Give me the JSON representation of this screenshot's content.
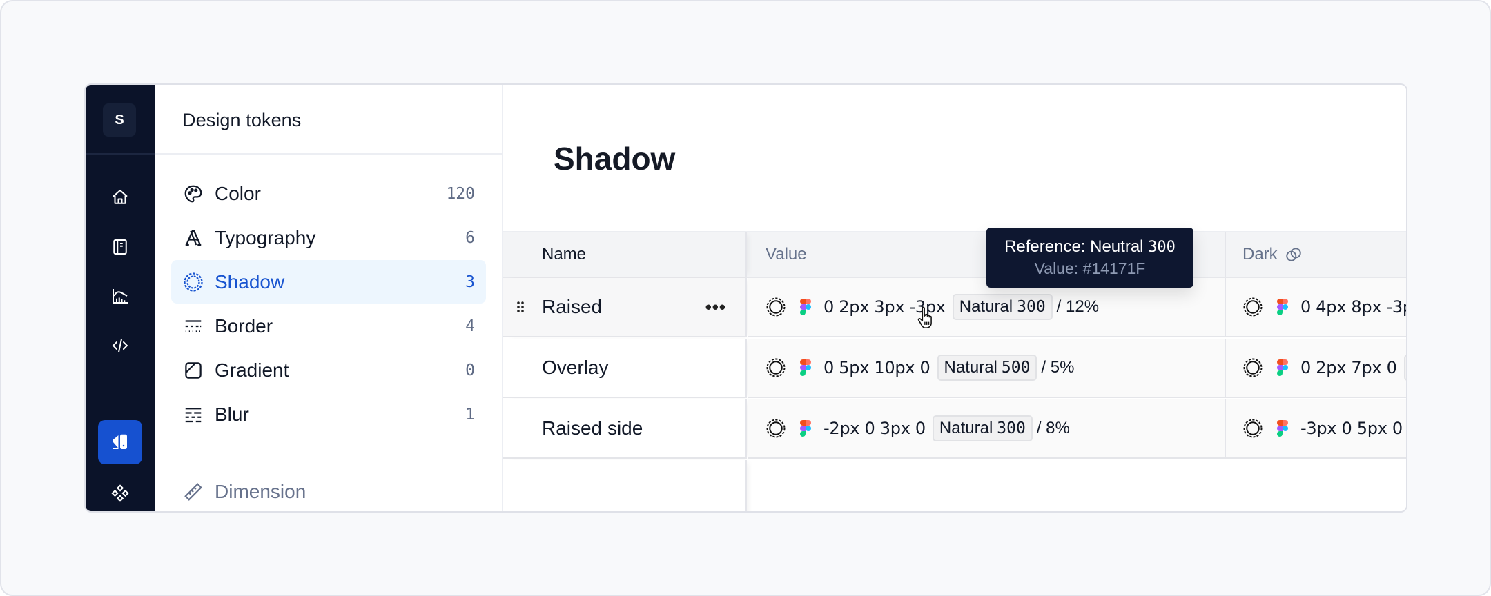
{
  "rail": {
    "avatar_initial": "S",
    "items": [
      {
        "icon": "home-icon"
      },
      {
        "icon": "notebook-icon"
      },
      {
        "icon": "chart-icon"
      },
      {
        "icon": "code-icon"
      }
    ],
    "active_item": {
      "icon": "design-tokens-icon"
    },
    "bottom_item": {
      "icon": "components-icon"
    },
    "accent_color": "#1651D0",
    "background_color": "#0B1329"
  },
  "sidebar": {
    "title": "Design tokens",
    "items": [
      {
        "label": "Color",
        "count": "120",
        "icon": "palette-icon"
      },
      {
        "label": "Typography",
        "count": "6",
        "icon": "typography-icon"
      },
      {
        "label": "Shadow",
        "count": "3",
        "icon": "shadow-icon",
        "active": true
      },
      {
        "label": "Border",
        "count": "4",
        "icon": "border-icon"
      },
      {
        "label": "Gradient",
        "count": "0",
        "icon": "gradient-icon"
      },
      {
        "label": "Blur",
        "count": "1",
        "icon": "blur-icon"
      }
    ],
    "secondary_items": [
      {
        "label": "Dimension",
        "icon": "ruler-icon"
      }
    ]
  },
  "main": {
    "title": "Shadow",
    "table": {
      "columns": {
        "name": "Name",
        "value": "Value",
        "dark": "Dark"
      },
      "rows": [
        {
          "name": "Raised",
          "value": {
            "offsets": "0 2px 3px -3px",
            "color_ref": "Natural",
            "color_num": "300",
            "alpha": "/ 12%"
          },
          "dark": {
            "offsets": "0 4px 8px -3p"
          }
        },
        {
          "name": "Overlay",
          "value": {
            "offsets": "0 5px 10px 0",
            "color_ref": "Natural",
            "color_num": "500",
            "alpha": "/ 5%"
          },
          "dark": {
            "offsets": "0 2px 7px 0"
          }
        },
        {
          "name": "Raised side",
          "value": {
            "offsets": "-2px 0 3px 0",
            "color_ref": "Natural",
            "color_num": "300",
            "alpha": "/ 8%"
          },
          "dark": {
            "offsets": "-3px 0 5px 0"
          }
        }
      ],
      "row_more_label": "•••"
    },
    "tooltip": {
      "reference_label": "Reference: Neutral",
      "reference_num": "300",
      "value_line": "Value: #14171F"
    }
  },
  "colors": {
    "canvas_bg": "#F8F9FB",
    "active_item_bg": "#EDF6FE",
    "active_item_text": "#1854D0",
    "tooltip_bg": "#0E1730"
  }
}
